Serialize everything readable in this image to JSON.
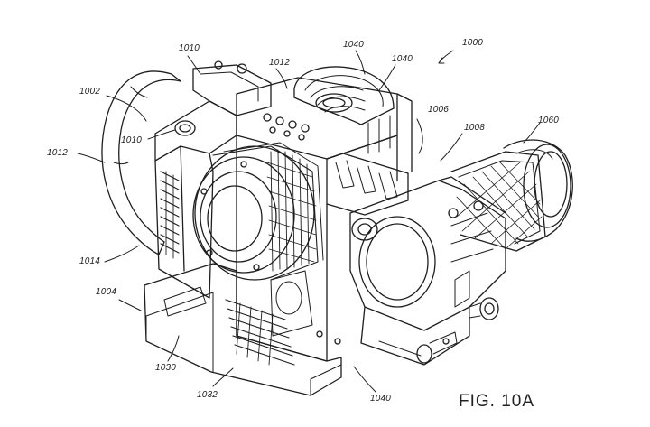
{
  "figure": {
    "caption": "FIG. 10A",
    "labels": {
      "l1000": "1000",
      "l1002": "1002",
      "l1004": "1004",
      "l1006": "1006",
      "l1008": "1008",
      "l1010_top": "1010",
      "l1010_mid": "1010",
      "l1012_top": "1012",
      "l1012_left": "1012",
      "l1014": "1014",
      "l1030": "1030",
      "l1032": "1032",
      "l1040_a": "1040",
      "l1040_b": "1040",
      "l1040_bottom": "1040",
      "l1060": "1060"
    }
  }
}
